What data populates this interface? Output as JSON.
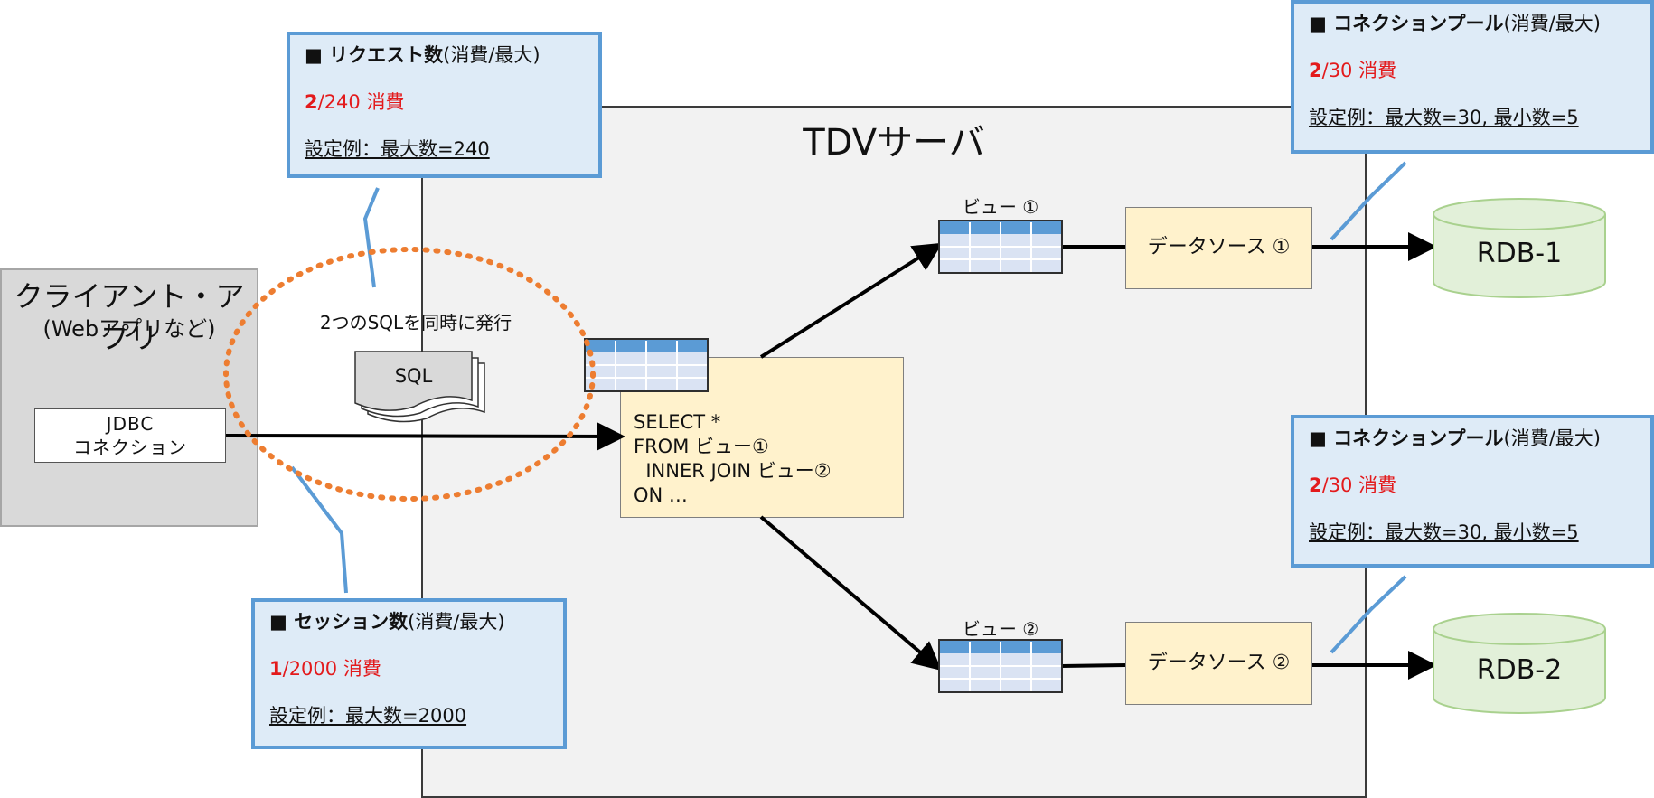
{
  "server": {
    "title": "TDVサーバ"
  },
  "client": {
    "title": "クライアント・アプリ",
    "subtitle": "(Webアプリなど)",
    "jdbc_line1": "JDBC",
    "jdbc_line2": "コネクション"
  },
  "note": "2つのSQLを同時に発行",
  "sql_doc_label": "SQL",
  "sql_query": {
    "line1": "SELECT *",
    "line2": "FROM ビュー①",
    "line3": "  INNER JOIN ビュー②",
    "line4": "ON …"
  },
  "views": [
    {
      "label": "ビュー ①"
    },
    {
      "label": "ビュー ②"
    }
  ],
  "datasources": [
    {
      "label": "データソース ①"
    },
    {
      "label": "データソース ②"
    }
  ],
  "rdbs": [
    {
      "label": "RDB-1"
    },
    {
      "label": "RDB-2"
    }
  ],
  "callouts": {
    "request": {
      "title_bold": "■ リクエスト数",
      "title_rest": "(消費/最大)",
      "consumed": "2",
      "value_rest": "/240 消費",
      "example": "設定例：最大数=240"
    },
    "session": {
      "title_bold": "■ セッション数",
      "title_rest": "(消費/最大)",
      "consumed": "1",
      "value_rest": "/2000 消費",
      "example": "設定例：最大数=2000"
    },
    "pool1": {
      "title_bold": "■ コネクションプール",
      "title_rest": "(消費/最大)",
      "consumed": "2",
      "value_rest": "/30 消費",
      "example": "設定例：最大数=30, 最小数=5"
    },
    "pool2": {
      "title_bold": "■ コネクションプール",
      "title_rest": "(消費/最大)",
      "consumed": "2",
      "value_rest": "/30 消費",
      "example": "設定例：最大数=30, 最小数=5"
    }
  },
  "colors": {
    "callout_border": "#5b9bd5",
    "callout_fill": "#deebf7",
    "highlight_red": "#e31a1c",
    "ellipse": "#ed7d31",
    "db_fill": "#e2f0d9",
    "db_border": "#a9d18e",
    "ds_fill": "#fff2cc"
  }
}
